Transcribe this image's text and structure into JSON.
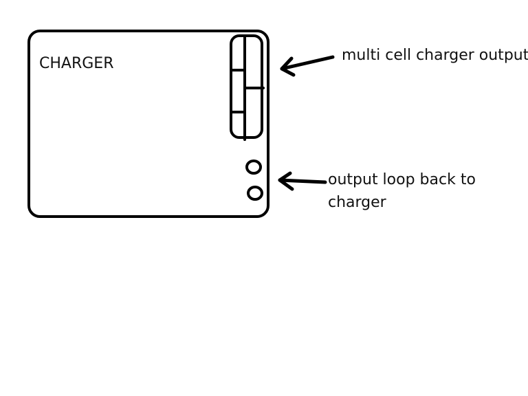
{
  "diagram": {
    "charger_label": "CHARGER",
    "output_label": "multi cell charger output",
    "loop_label_line1": "output loop back to",
    "loop_label_line2": "charger"
  },
  "colors": {
    "stroke": "#000000",
    "background": "#ffffff"
  },
  "icons": {
    "output_arrow": "left-arrow-icon",
    "loop_arrow": "left-arrow-icon"
  }
}
